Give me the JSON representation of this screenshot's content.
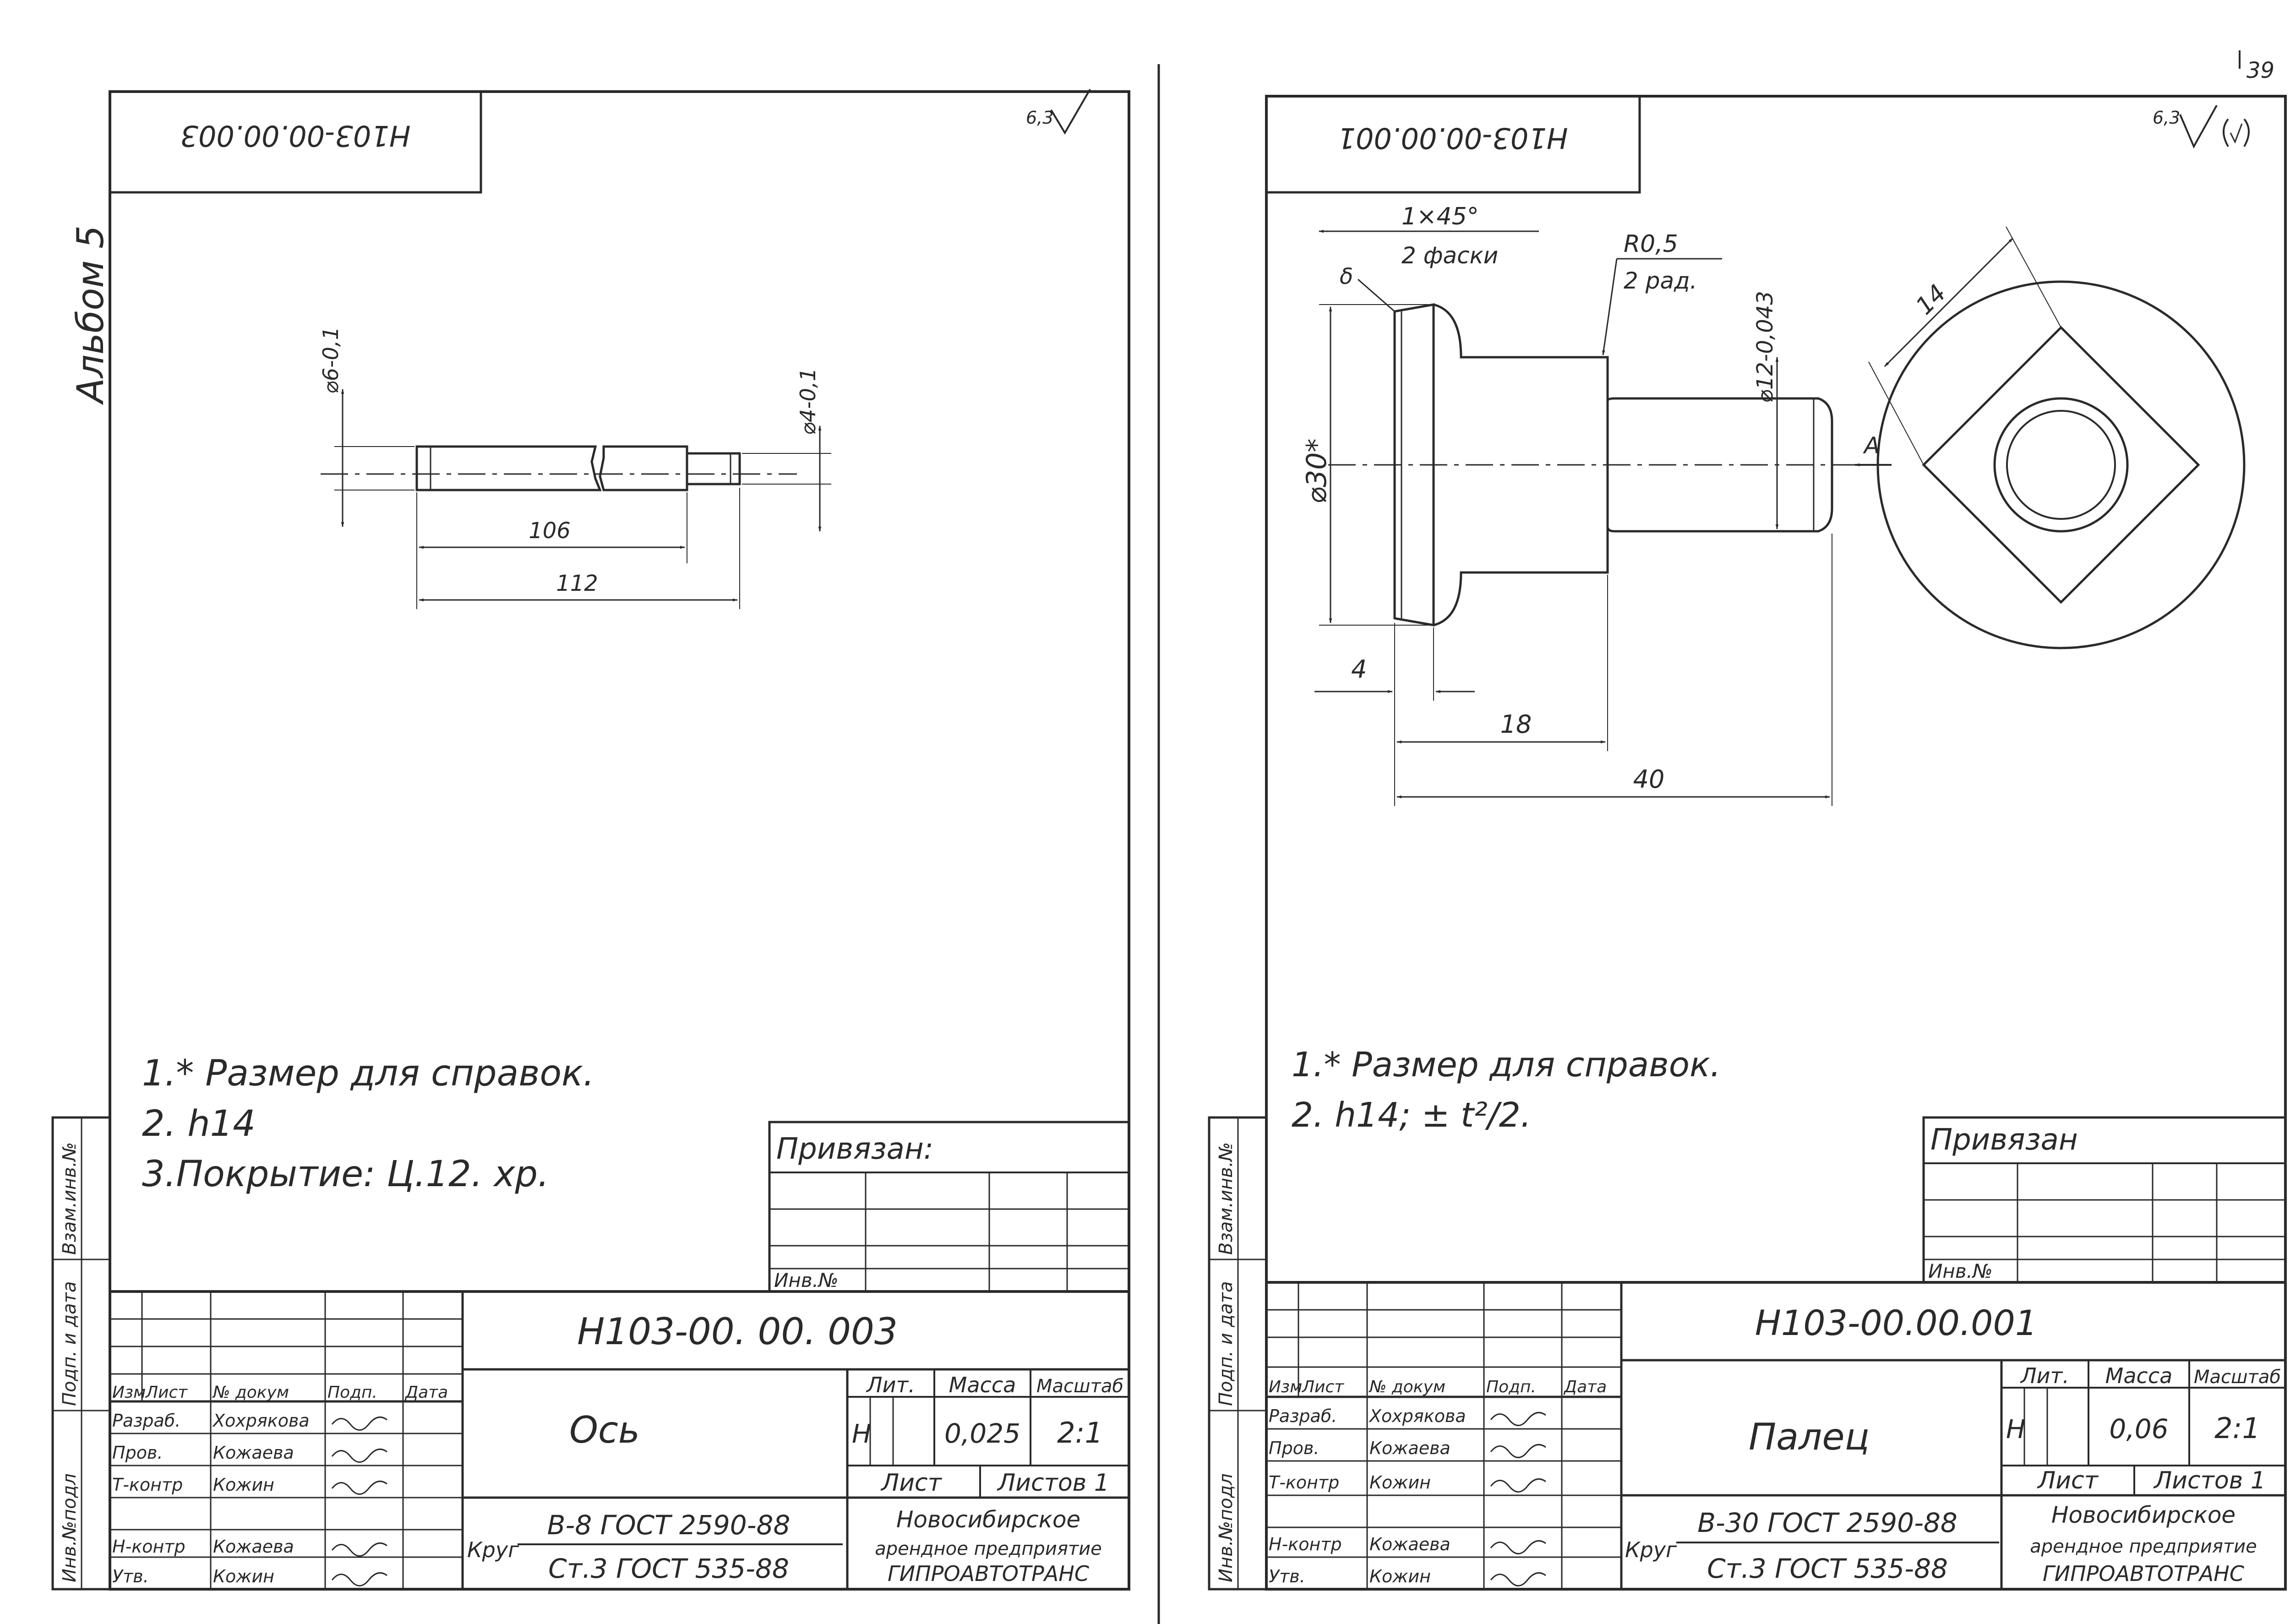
{
  "page_number": "39",
  "album_label": "Альбом 5",
  "left_sheet": {
    "rotated_code": "Н103-00.00.003",
    "roughness": "6,3",
    "drawing": {
      "dia_main": "⌀6-0,1",
      "dia_step": "⌀4-0,1",
      "len_inner": "106",
      "len_total": "112"
    },
    "notes": [
      "1.* Размер для справок.",
      "2. h14",
      "3.Покрытие: Ц.12. хр."
    ],
    "binding": {
      "title": "Привязан:",
      "inv_label": "Инв.№"
    },
    "side_stamp": {
      "inv_podl": "Инв.№подл",
      "podp_data": "Подп. и дата",
      "vzam_inv": "Взам.инв.№"
    },
    "title_block": {
      "designation": "Н103-00. 00. 003",
      "name": "Ось",
      "head": {
        "izm": "Изм",
        "list": "Лист",
        "doc": "№ докум",
        "podp": "Подп.",
        "data": "Дата"
      },
      "roles": [
        {
          "role": "Разраб.",
          "person": "Хохрякова"
        },
        {
          "role": "Пров.",
          "person": "Кожаева"
        },
        {
          "role": "Т-контр",
          "person": "Кожин"
        },
        {
          "role": "Н-контр",
          "person": "Кожаева"
        },
        {
          "role": "Утв.",
          "person": "Кожин"
        }
      ],
      "lit_label": "Лит.",
      "mass_label": "Масса",
      "scale_label": "Масштаб",
      "lit_value": "Н",
      "mass_value": "0,025",
      "scale_value": "2:1",
      "sheet_label": "Лист",
      "sheets_label": "Листов 1",
      "material_prefix": "Круг",
      "material_top": "В-8 ГОСТ 2590-88",
      "material_bottom": "Ст.3 ГОСТ 535-88",
      "org_line1": "Новосибирское",
      "org_line2": "арендное предприятие",
      "org_line3": "ГИПРОАВТОТРАНС"
    }
  },
  "right_sheet": {
    "rotated_code": "Н103-00.00.001",
    "roughness": "6,3",
    "drawing": {
      "chamfer_top": "1×45°",
      "chamfer_bottom": "2 фаски",
      "radius_top": "R0,5",
      "radius_bottom": "2 рад.",
      "dia_shaft": "⌀12-0,043",
      "dia_head": "⌀30*",
      "flat_size": "14",
      "view_label": "А",
      "len_head": "4",
      "len_collar": "18",
      "len_total": "40"
    },
    "notes": [
      "1.* Размер для справок.",
      "2. h14; ± t²/2."
    ],
    "binding": {
      "title": "Привязан",
      "inv_label": "Инв.№"
    },
    "side_stamp": {
      "inv_podl": "Инв.№подл",
      "podp_data": "Подп. и дата",
      "vzam_inv": "Взам.инв.№"
    },
    "title_block": {
      "designation": "Н103-00.00.001",
      "name": "Палец",
      "head": {
        "izm": "Изм",
        "list": "Лист",
        "doc": "№ докум",
        "podp": "Подп.",
        "data": "Дата"
      },
      "roles": [
        {
          "role": "Разраб.",
          "person": "Хохрякова"
        },
        {
          "role": "Пров.",
          "person": "Кожаева"
        },
        {
          "role": "Т-контр",
          "person": "Кожин"
        },
        {
          "role": "Н-контр",
          "person": "Кожаева"
        },
        {
          "role": "Утв.",
          "person": "Кожин"
        }
      ],
      "lit_label": "Лит.",
      "mass_label": "Масса",
      "scale_label": "Масштаб",
      "lit_value": "Н",
      "mass_value": "0,06",
      "scale_value": "2:1",
      "sheet_label": "Лист",
      "sheets_label": "Листов 1",
      "material_prefix": "Круг",
      "material_top": "В-30 ГОСТ 2590-88",
      "material_bottom": "Ст.3 ГОСТ 535-88",
      "org_line1": "Новосибирское",
      "org_line2": "арендное предприятие",
      "org_line3": "ГИПРОАВТОТРАНС"
    }
  }
}
